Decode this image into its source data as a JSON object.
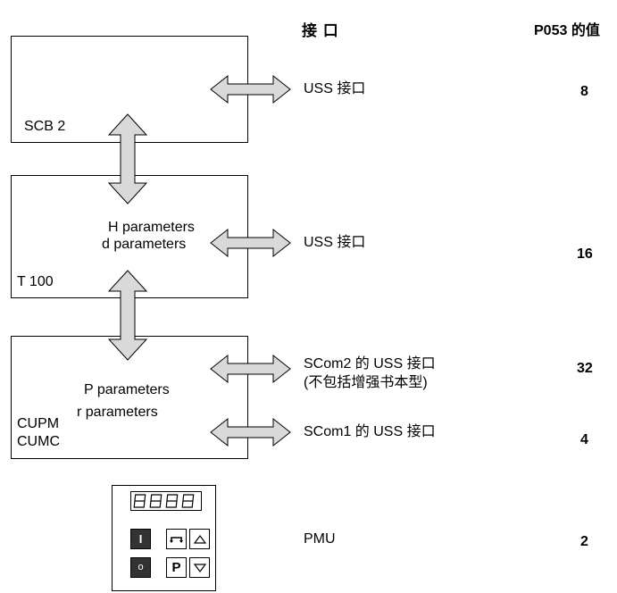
{
  "header": {
    "interface": "接  口",
    "p053": "P053 的值"
  },
  "boxes": {
    "scb2": {
      "label": "SCB 2"
    },
    "t100": {
      "label": "T 100",
      "line1": "H parameters",
      "line2": "d parameters"
    },
    "cu": {
      "label1": "CUPM",
      "label2": "CUMC",
      "line1": "P parameters",
      "line2": "r parameters"
    }
  },
  "interfaces": [
    {
      "text": "USS 接口",
      "value": "8"
    },
    {
      "text": "USS 接口",
      "value": "16"
    },
    {
      "text": "SCom2 的 USS 接口",
      "text2": "(不包括增强书本型)",
      "value": "32"
    },
    {
      "text": "SCom1 的 USS 接口",
      "value": "4"
    },
    {
      "text": "PMU",
      "value": "2"
    }
  ],
  "pmu": {
    "display": "8888",
    "keys": {
      "on": "I",
      "off": "o",
      "p": "P"
    }
  },
  "colors": {
    "arrow_fill": "#d9d9d9",
    "stroke": "#000000",
    "key_dark": "#333333"
  }
}
